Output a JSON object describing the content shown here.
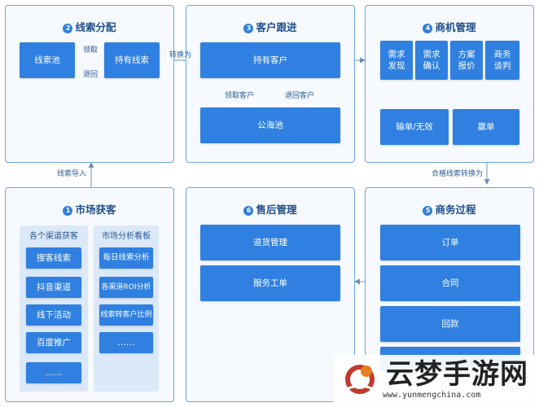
{
  "panels": {
    "lead_assign": {
      "number": "2",
      "title": "线索分配"
    },
    "customer_followup": {
      "number": "3",
      "title": "客户跟进"
    },
    "opportunity": {
      "number": "4",
      "title": "商机管理"
    },
    "market": {
      "number": "1",
      "title": "市场获客"
    },
    "after_sales": {
      "number": "6",
      "title": "售后管理"
    },
    "business": {
      "number": "5",
      "title": "商务过程"
    }
  },
  "lead_assign": {
    "pool": "线索池",
    "held": "持有线索",
    "claim": "领取",
    "return": "退回"
  },
  "customer_followup": {
    "held_customer": "持有客户",
    "public_pool": "公海池",
    "claim_customer": "领取客户",
    "return_customer": "退回客户"
  },
  "opportunity": {
    "steps": [
      {
        "line1": "需求",
        "line2": "发现"
      },
      {
        "line1": "需求",
        "line2": "确认"
      },
      {
        "line1": "方案",
        "line2": "报价"
      },
      {
        "line1": "商务",
        "line2": "谈判"
      }
    ],
    "lose": "输单/无效",
    "win": "赢单"
  },
  "market": {
    "channels_title": "各个渠道获客",
    "channels": [
      "搜客线索",
      "抖音渠道",
      "线下活动",
      "百度推广",
      "……"
    ],
    "analysis_title": "市场分析看板",
    "analysis": [
      "每日线索分析",
      "各渠道ROI分析",
      "线索转客户比例",
      "……"
    ]
  },
  "after_sales": {
    "items": [
      "退货管理",
      "服务工单"
    ]
  },
  "business": {
    "items": [
      "订单",
      "合同",
      "回款"
    ]
  },
  "flow_labels": {
    "convert": "转换为",
    "lead_import": "线索导入",
    "qualified": "合格线索转换为"
  },
  "watermark": {
    "text": "云梦手游网",
    "url": "www.yunmengchina.com"
  },
  "colors": {
    "accent": "#2f80e0",
    "panel_border": "#6aa6e8",
    "title": "#1f4f8a",
    "sub_bg": "#dbe8f7"
  }
}
